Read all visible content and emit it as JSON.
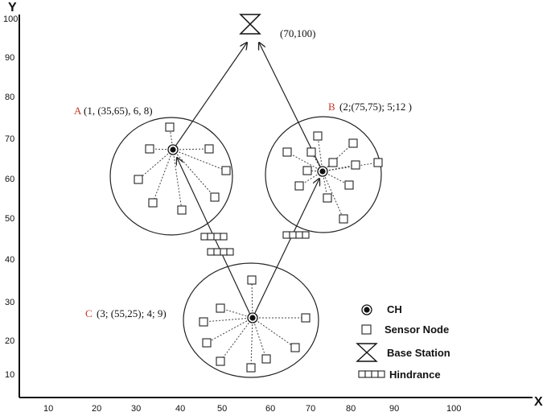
{
  "axes": {
    "x_label": "X",
    "y_label": "Y",
    "x_ticks": [
      "10",
      "20",
      "30",
      "40",
      "50",
      "60",
      "70",
      "80",
      "90",
      "100"
    ],
    "y_ticks": [
      "10",
      "20",
      "30",
      "40",
      "50",
      "60",
      "70",
      "80",
      "90",
      "100"
    ]
  },
  "base_station": {
    "coord_label": "(70,100)"
  },
  "clusters": [
    {
      "letter": "A",
      "tuple": "(1, (35,65), 6, 8)"
    },
    {
      "letter": "B",
      "tuple": "(2;(75,75); 5;12 )"
    },
    {
      "letter": "C",
      "tuple": "(3; (55,25); 4; 9)"
    }
  ],
  "legend": {
    "ch": "CH",
    "sensor": "Sensor Node",
    "base_station": "Base Station",
    "hindrance": "Hindrance"
  },
  "colors": {
    "cluster_letter": "#c0392b",
    "ink": "#111111"
  }
}
